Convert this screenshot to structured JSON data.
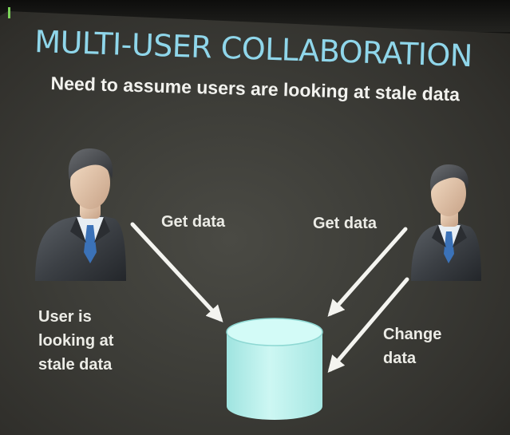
{
  "slide": {
    "title": "MULTI-USER COLLABORATION",
    "subtitle": "Need to assume users are looking at stale data"
  },
  "labels": {
    "get_data_left": "Get data",
    "get_data_right": "Get data",
    "user_stale": "User is\nlooking at\nstale data",
    "change_data": "Change\ndata"
  },
  "icons": {
    "left_user": "businessman-icon",
    "right_user": "businessman-icon",
    "database": "database-cylinder-icon",
    "camera_indicator": "recording-indicator-icon"
  },
  "colors": {
    "title": "#8fd6ea",
    "text": "#f2f2ee",
    "database": "#c4f4f1",
    "arrow": "#f4f4f0"
  }
}
